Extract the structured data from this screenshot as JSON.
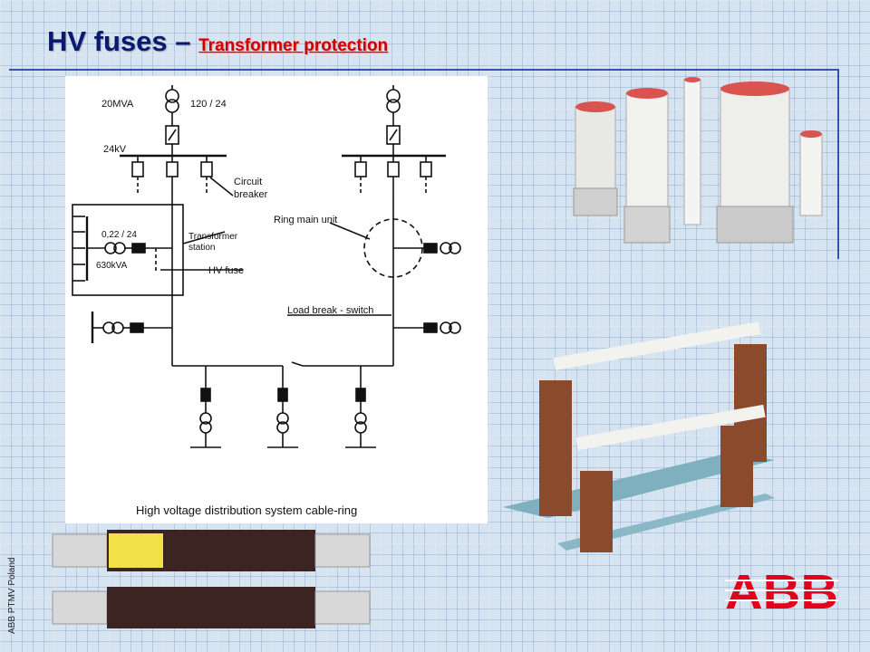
{
  "slide": {
    "title_main": "HV fuses – ",
    "title_sub": "Transformer protection",
    "footer": "ABB PTMV Poland",
    "logo_text": "ABB"
  },
  "diagram": {
    "caption": "High voltage distribution system cable-ring",
    "labels": {
      "rating_top": "20MVA",
      "ratio_top": "120 / 24",
      "busbar": "24kV",
      "circuit_breaker_1": "Circuit",
      "circuit_breaker_2": "breaker",
      "ring_main_unit": "Ring main unit",
      "transformer_station_1": "Transformer",
      "transformer_station_2": "station",
      "lv_ratio": "0,22 / 24",
      "lv_rating": "630kVA",
      "hv_fuse": "HV fuse",
      "load_break_switch": "Load break - switch"
    }
  },
  "colors": {
    "title": "#0a1a6e",
    "subtitle": "#cc0000",
    "rule": "#3b4fb0",
    "logo": "#e2001a"
  }
}
